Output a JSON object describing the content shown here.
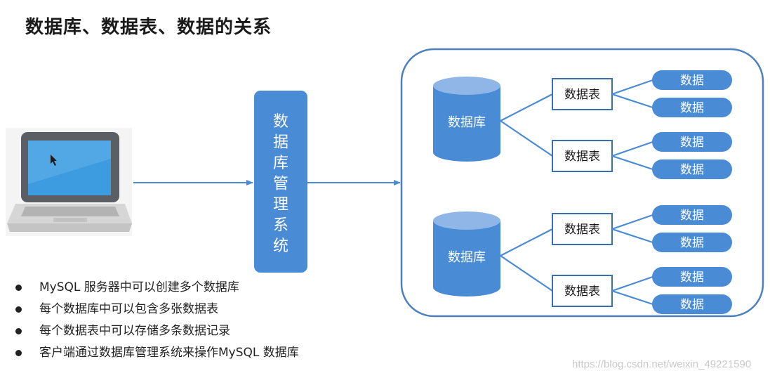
{
  "title": "数据库、数据表、数据的关系",
  "dbms": {
    "chars": [
      "数",
      "据",
      "库",
      "管",
      "理",
      "系",
      "统"
    ]
  },
  "databases": [
    {
      "label": "数据库",
      "tables": [
        {
          "label": "数据表",
          "data": [
            "数据",
            "数据"
          ]
        },
        {
          "label": "数据表",
          "data": [
            "数据",
            "数据"
          ]
        }
      ]
    },
    {
      "label": "数据库",
      "tables": [
        {
          "label": "数据表",
          "data": [
            "数据",
            "数据"
          ]
        },
        {
          "label": "数据表",
          "data": [
            "数据",
            "数据"
          ]
        }
      ]
    }
  ],
  "bullets": [
    "MySQL 服务器中可以创建多个数据库",
    "每个数据库中可以包含多张数据表",
    "每个数据表中可以存储多条数据记录",
    "客户端通过数据库管理系统来操作MySQL 数据库"
  ],
  "watermark": "https://blog.csdn.net/weixin_49221590",
  "colors": {
    "accent": "#4a8bd6",
    "accent_dark": "#3f7cc8",
    "cylinder_top": "#8fb6e6",
    "table_border": "#3a6fb0",
    "container_border": "#4a7fc1"
  }
}
